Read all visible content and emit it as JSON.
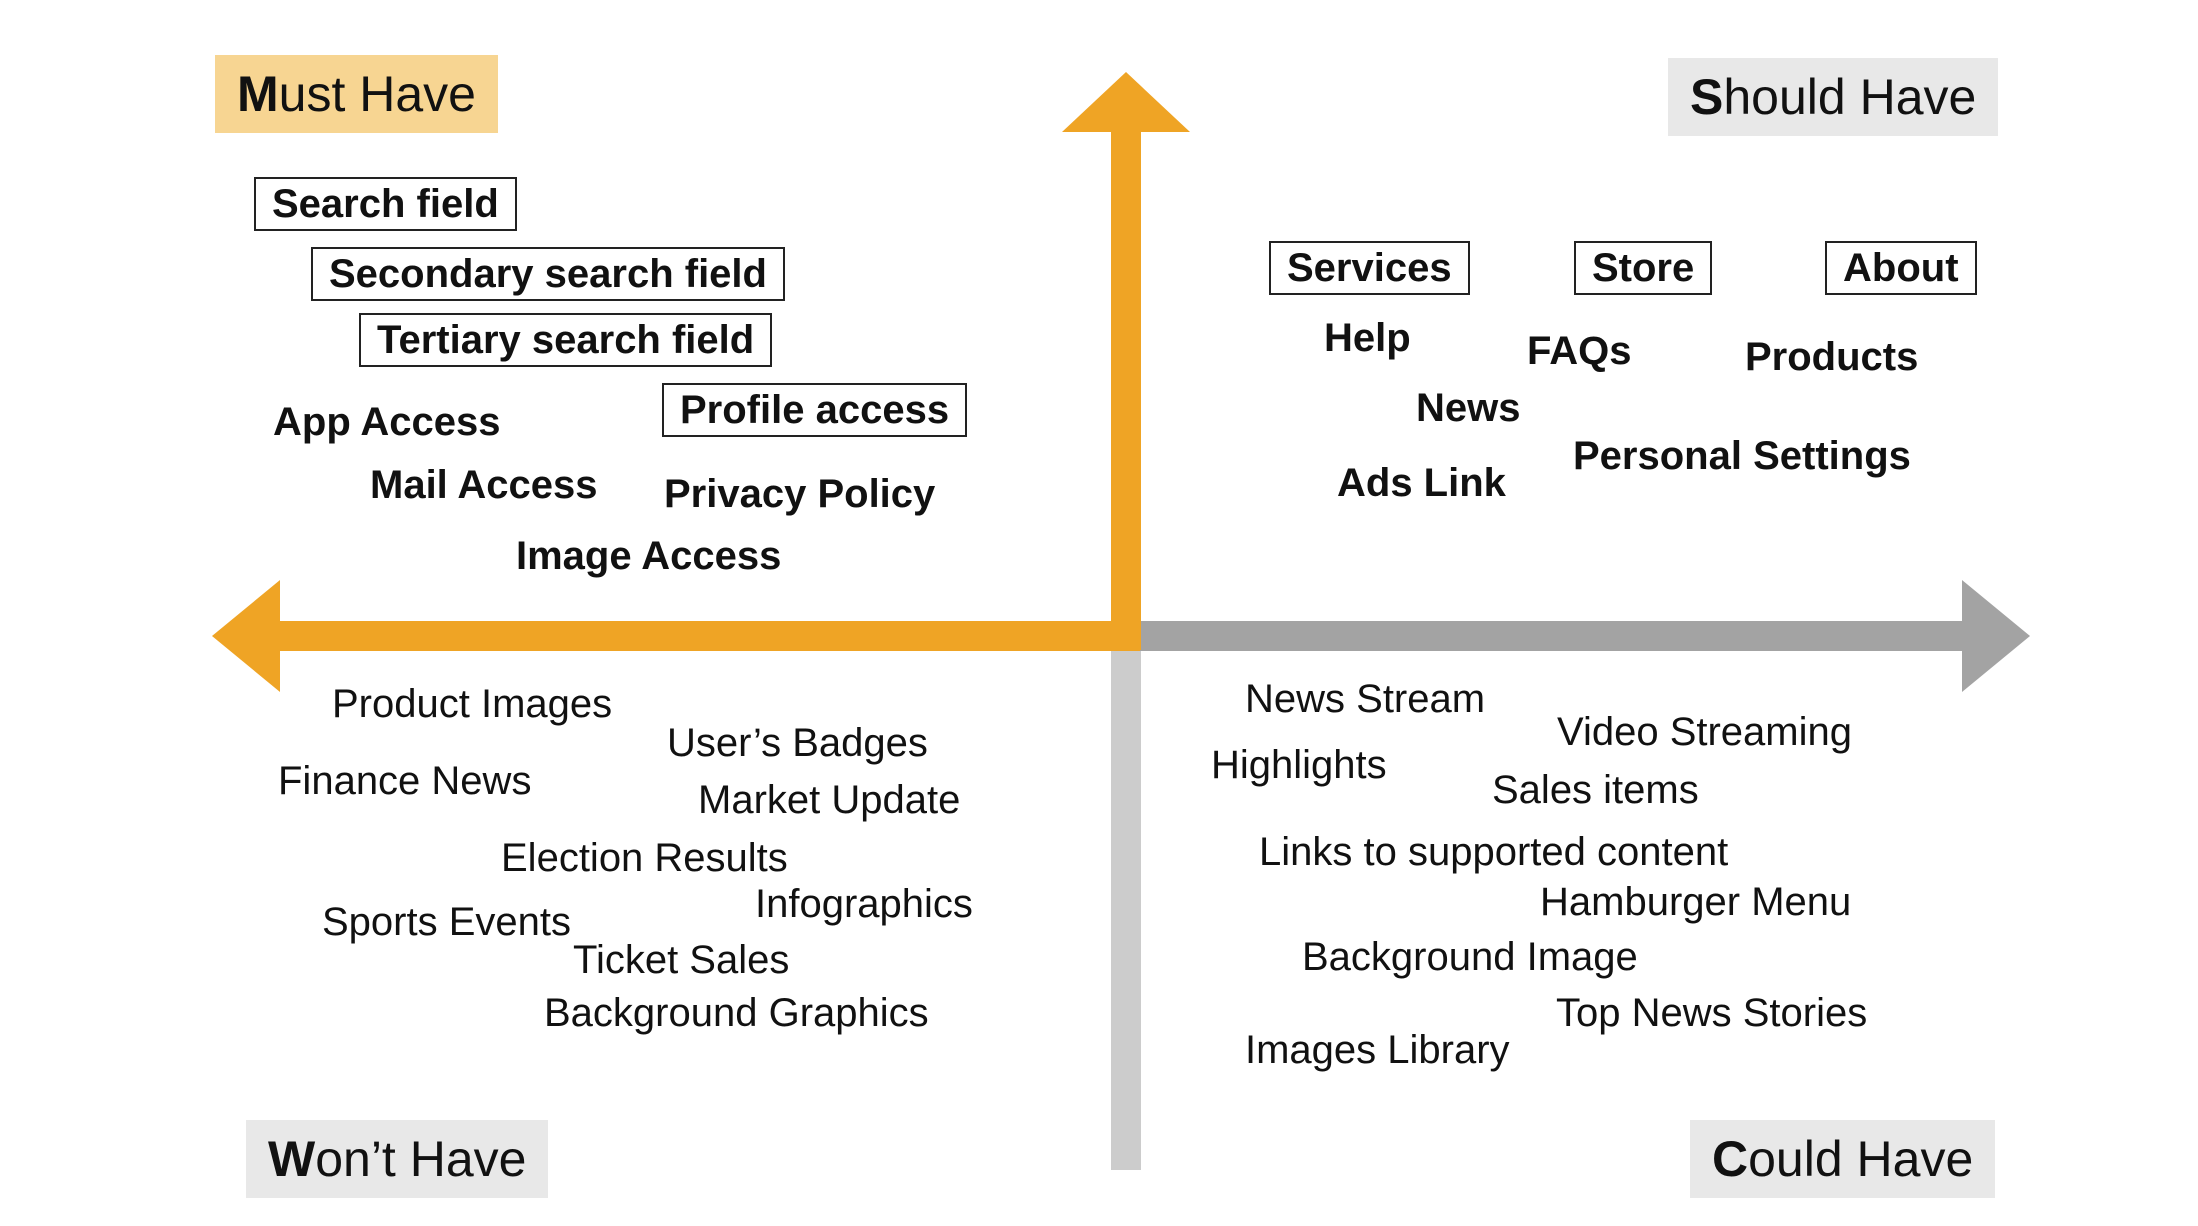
{
  "colors": {
    "orange": "#efa425",
    "dark_grey": "#a3a3a3",
    "light_grey": "#cccccc",
    "must_bg": "#f7d592",
    "label_bg": "#e8e8e8"
  },
  "quadrants": {
    "must": {
      "initial": "M",
      "rest": "ust Have",
      "items": [
        {
          "text": "Search field",
          "boxed": true
        },
        {
          "text": "Secondary search field",
          "boxed": true
        },
        {
          "text": "Tertiary search field",
          "boxed": true
        },
        {
          "text": "App Access",
          "boxed": false
        },
        {
          "text": "Profile access",
          "boxed": true
        },
        {
          "text": "Mail Access",
          "boxed": false
        },
        {
          "text": "Privacy Policy",
          "boxed": false
        },
        {
          "text": "Image Access",
          "boxed": false
        }
      ]
    },
    "should": {
      "initial": "S",
      "rest": "hould Have",
      "items": [
        {
          "text": "Services",
          "boxed": true
        },
        {
          "text": "Store",
          "boxed": true
        },
        {
          "text": "About",
          "boxed": true
        },
        {
          "text": "Help",
          "boxed": false
        },
        {
          "text": "FAQs",
          "boxed": false
        },
        {
          "text": "Products",
          "boxed": false
        },
        {
          "text": "News",
          "boxed": false
        },
        {
          "text": "Personal Settings",
          "boxed": false
        },
        {
          "text": "Ads Link",
          "boxed": false
        }
      ]
    },
    "wont": {
      "initial": "W",
      "rest": "on’t Have",
      "items": [
        "Product Images",
        "User’s Badges",
        "Finance News",
        "Market Update",
        "Election Results",
        "Infographics",
        "Sports Events",
        "Ticket Sales",
        "Background Graphics"
      ]
    },
    "could": {
      "initial": "C",
      "rest": "ould Have",
      "items": [
        "News Stream",
        "Video Streaming",
        "Highlights",
        "Sales items",
        "Links to supported content",
        "Hamburger Menu",
        "Background Image",
        "Top News Stories",
        "Images Library"
      ]
    }
  }
}
